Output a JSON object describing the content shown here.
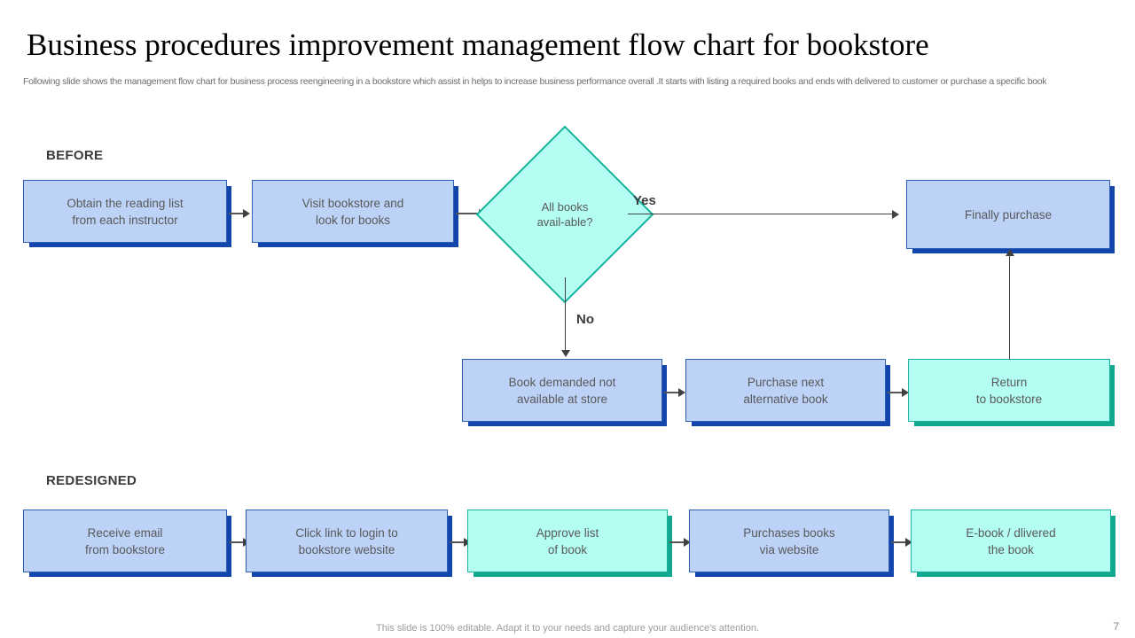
{
  "slide": {
    "title": "Business procedures improvement management flow chart for bookstore",
    "subtitle": "Following slide shows the management flow chart for  business process reengineering in a bookstore which assist in helps to increase business performance overall .It starts with listing a required books and ends with delivered to customer or purchase a specific book",
    "footer_note": "This slide is 100% editable. Adapt it to your needs and capture your audience's attention.",
    "page_number": "7"
  },
  "sections": {
    "before_label": "BEFORE",
    "redesigned_label": "REDESIGNED"
  },
  "before": {
    "nodes": [
      {
        "id": "obtain-reading-list",
        "text": "Obtain the reading list\nfrom each instructor",
        "shape": "rect",
        "color": "blue"
      },
      {
        "id": "visit-bookstore",
        "text": "Visit bookstore and\nlook for books",
        "shape": "rect",
        "color": "blue"
      },
      {
        "id": "all-books-available",
        "text": "All books\navail-able?",
        "shape": "diamond",
        "color": "cyan"
      },
      {
        "id": "finally-purchase",
        "text": "Finally purchase",
        "shape": "rect",
        "color": "blue"
      },
      {
        "id": "book-demanded-not-available",
        "text": "Book demanded not\navailable at store",
        "shape": "rect",
        "color": "blue"
      },
      {
        "id": "purchase-next-alternative",
        "text": "Purchase next\nalternative book",
        "shape": "rect",
        "color": "blue"
      },
      {
        "id": "return-to-bookstore",
        "text": "Return\nto bookstore",
        "shape": "rect",
        "color": "cyan"
      }
    ],
    "branch_yes": "Yes",
    "branch_no": "No"
  },
  "redesigned": {
    "nodes": [
      {
        "id": "receive-email",
        "text": "Receive email\nfrom bookstore",
        "color": "blue"
      },
      {
        "id": "click-link-login",
        "text": "Click link to login to\nbookstore website",
        "color": "blue"
      },
      {
        "id": "approve-list-of-book",
        "text": "Approve list\nof book",
        "color": "cyan"
      },
      {
        "id": "purchases-books-via-website",
        "text": "Purchases books\nvia website",
        "color": "blue"
      },
      {
        "id": "ebook-delivered",
        "text": "E-book / dlivered\nthe book",
        "color": "cyan"
      }
    ]
  },
  "colors": {
    "blue_fill": "#bcd2f7",
    "blue_border": "#2f5fb5",
    "blue_shadow": "#1246ad",
    "cyan_fill": "#b4fdf3",
    "cyan_border": "#17b29b",
    "cyan_shadow": "#11a88f",
    "text": "#595959",
    "connector": "#404040"
  }
}
